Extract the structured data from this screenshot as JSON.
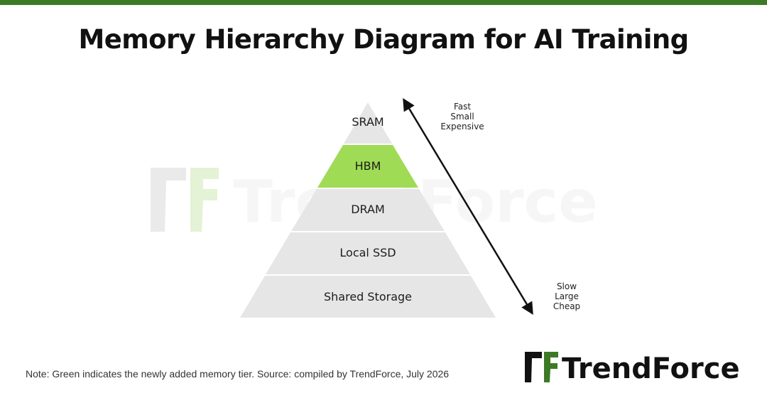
{
  "header": {
    "title": "Memory Hierarchy Diagram for AI Training"
  },
  "pyramid": {
    "tiers": [
      {
        "label": "SRAM",
        "highlighted": false
      },
      {
        "label": "HBM",
        "highlighted": true
      },
      {
        "label": "DRAM",
        "highlighted": false
      },
      {
        "label": "Local SSD",
        "highlighted": false
      },
      {
        "label": "Shared Storage",
        "highlighted": false
      }
    ]
  },
  "arrow": {
    "top_lines": [
      "Fast",
      "Small",
      "Expensive"
    ],
    "bottom_lines": [
      "Slow",
      "Large",
      "Cheap"
    ]
  },
  "watermark": {
    "text": "TrendForce"
  },
  "footer": {
    "note": "Note: Green indicates the newly added memory tier. Source: compiled by TrendForce, July 2026"
  },
  "logo": {
    "text": "TrendForce"
  },
  "colors": {
    "brand_green": "#3d7a26",
    "highlight_fill": "#9fdb55",
    "highlight_text": "#c0392b",
    "tier_fill": "#e6e6e6"
  }
}
